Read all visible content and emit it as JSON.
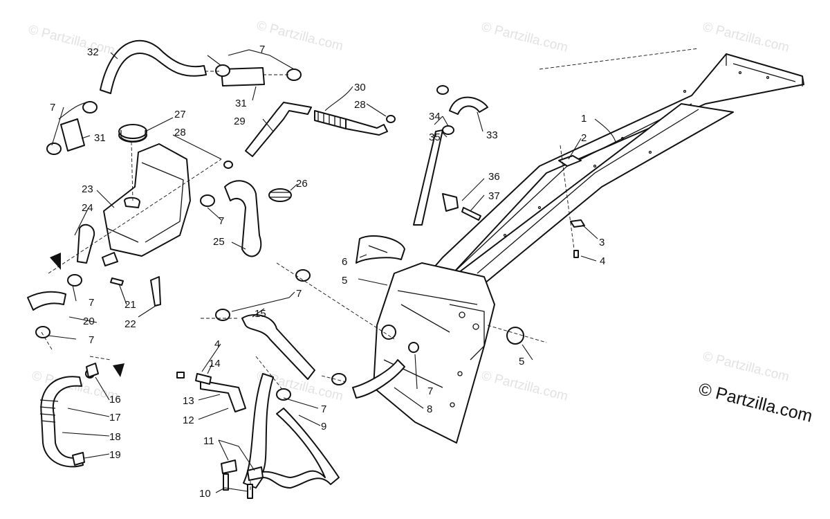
{
  "watermarks": [
    "© Partzilla.com",
    "© Partzilla.com",
    "© Partzilla.com",
    "© Partzilla.com",
    "© Partzilla.com",
    "© Partzilla.com",
    "© Partzilla.com",
    "© Partzilla.com"
  ],
  "copyright": "© Partzilla.com",
  "callouts": [
    {
      "id": "c1",
      "text": "1"
    },
    {
      "id": "c2",
      "text": "2"
    },
    {
      "id": "c3",
      "text": "3"
    },
    {
      "id": "c4a",
      "text": "4"
    },
    {
      "id": "c4b",
      "text": "4"
    },
    {
      "id": "c5a",
      "text": "5"
    },
    {
      "id": "c5b",
      "text": "5"
    },
    {
      "id": "c6",
      "text": "6"
    },
    {
      "id": "c7a",
      "text": "7"
    },
    {
      "id": "c7b",
      "text": "7"
    },
    {
      "id": "c7c",
      "text": "7"
    },
    {
      "id": "c7d",
      "text": "7"
    },
    {
      "id": "c7e",
      "text": "7"
    },
    {
      "id": "c7f",
      "text": "7"
    },
    {
      "id": "c7g",
      "text": "7"
    },
    {
      "id": "c7h",
      "text": "7"
    },
    {
      "id": "c8",
      "text": "8"
    },
    {
      "id": "c9",
      "text": "9"
    },
    {
      "id": "c10",
      "text": "10"
    },
    {
      "id": "c11",
      "text": "11"
    },
    {
      "id": "c12",
      "text": "12"
    },
    {
      "id": "c13",
      "text": "13"
    },
    {
      "id": "c14",
      "text": "14"
    },
    {
      "id": "c15",
      "text": "15"
    },
    {
      "id": "c16",
      "text": "16"
    },
    {
      "id": "c17",
      "text": "17"
    },
    {
      "id": "c18",
      "text": "18"
    },
    {
      "id": "c19",
      "text": "19"
    },
    {
      "id": "c20",
      "text": "20"
    },
    {
      "id": "c21",
      "text": "21"
    },
    {
      "id": "c22",
      "text": "22"
    },
    {
      "id": "c23",
      "text": "23"
    },
    {
      "id": "c24",
      "text": "24"
    },
    {
      "id": "c25",
      "text": "25"
    },
    {
      "id": "c26",
      "text": "26"
    },
    {
      "id": "c27",
      "text": "27"
    },
    {
      "id": "c28a",
      "text": "28"
    },
    {
      "id": "c28b",
      "text": "28"
    },
    {
      "id": "c29",
      "text": "29"
    },
    {
      "id": "c30",
      "text": "30"
    },
    {
      "id": "c31a",
      "text": "31"
    },
    {
      "id": "c31b",
      "text": "31"
    },
    {
      "id": "c32",
      "text": "32"
    },
    {
      "id": "c33",
      "text": "33"
    },
    {
      "id": "c34",
      "text": "34"
    },
    {
      "id": "c35",
      "text": "35"
    },
    {
      "id": "c36",
      "text": "36"
    },
    {
      "id": "c37",
      "text": "37"
    }
  ]
}
